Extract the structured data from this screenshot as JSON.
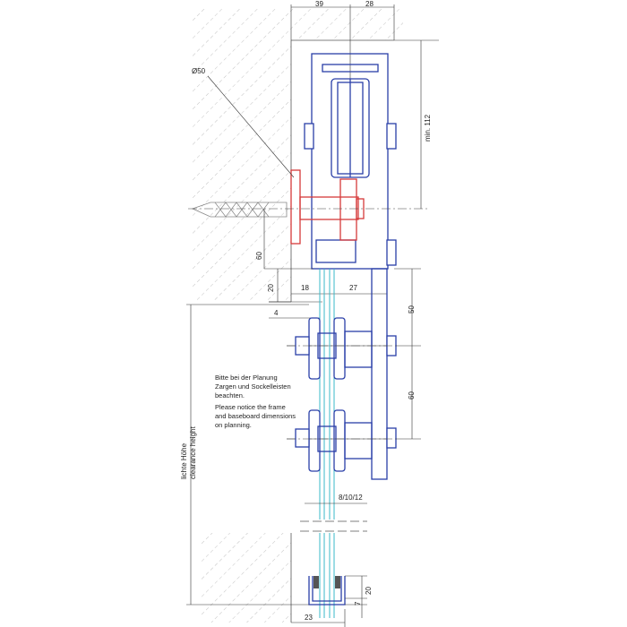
{
  "dimensions": {
    "top_left": "39",
    "top_right": "28",
    "diameter": "Ø50",
    "min_height": "min. 112",
    "d60_left": "60",
    "d20_left": "20",
    "d18": "18",
    "d27": "27",
    "d4": "4",
    "d50_right": "50",
    "d60_right": "60",
    "glass_thickness": "8/10/12",
    "d20_bottom": "20",
    "d7_bottom": "7",
    "d23_bottom": "23"
  },
  "notes": {
    "de_line1": "Bitte bei der Planung",
    "de_line2": "Zargen und Sockelleisten",
    "de_line3": "beachten.",
    "en_line1": "Please notice the frame",
    "en_line2": "and baseboard dimensions",
    "en_line3": "on planning."
  },
  "clearance": {
    "de": "lichte Höhe",
    "en": "clearance height"
  },
  "colors": {
    "hardware": "#2a3fa8",
    "bracket": "#d63a3a",
    "glass": "#3ab8c8",
    "hatch": "#999999"
  }
}
